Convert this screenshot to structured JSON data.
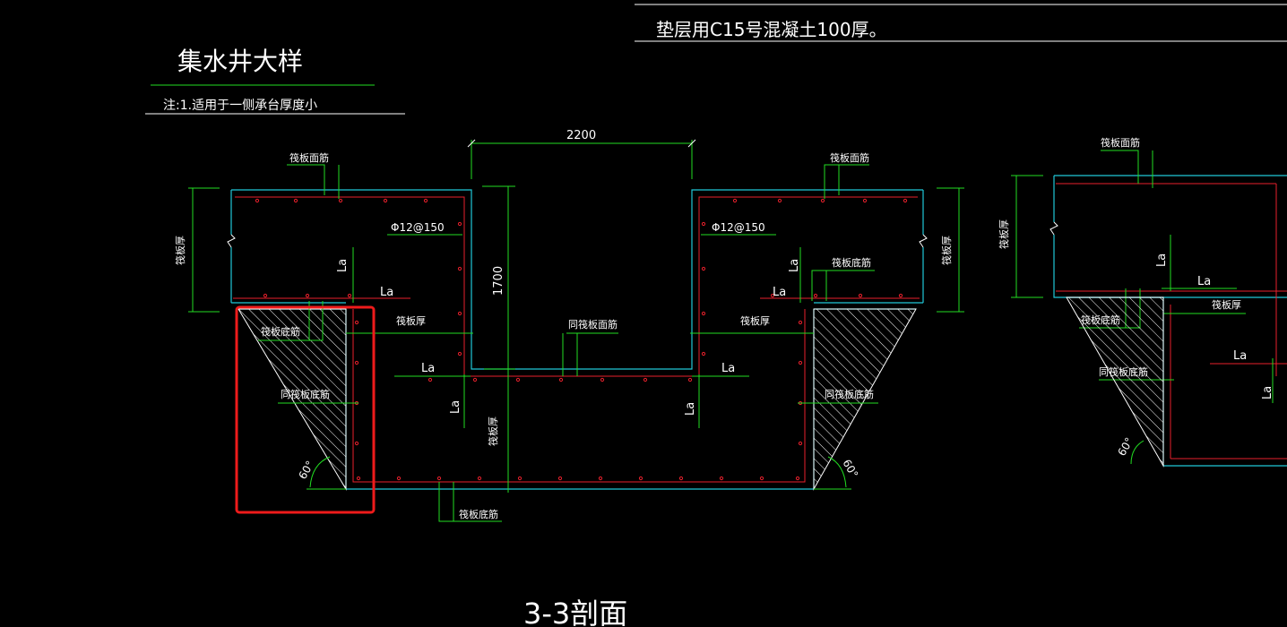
{
  "title": "集水井大样",
  "note": "注:1.适用于一侧承台厚度小",
  "cushion_note": "垫层用C15号混凝土100厚。",
  "section_label": "3-3剖面",
  "dims": {
    "top_width": "2200",
    "pit_depth": "1700"
  },
  "labels": {
    "raft_top_rebar": "筏板面筋",
    "raft_bottom_rebar": "筏板底筋",
    "raft_thickness": "筏板厚",
    "same_raft_top_rebar": "同筏板面筋",
    "same_raft_bottom_rebar": "同筏板底筋",
    "rebar_spec": "Φ12@150",
    "anchor_length": "La",
    "angle": "60°"
  },
  "colors": {
    "dimension": "#22dd22",
    "outline": "#20c8d8",
    "rebar": "#e8202c",
    "highlight": "#ee1b1b",
    "text": "#ffffff"
  }
}
